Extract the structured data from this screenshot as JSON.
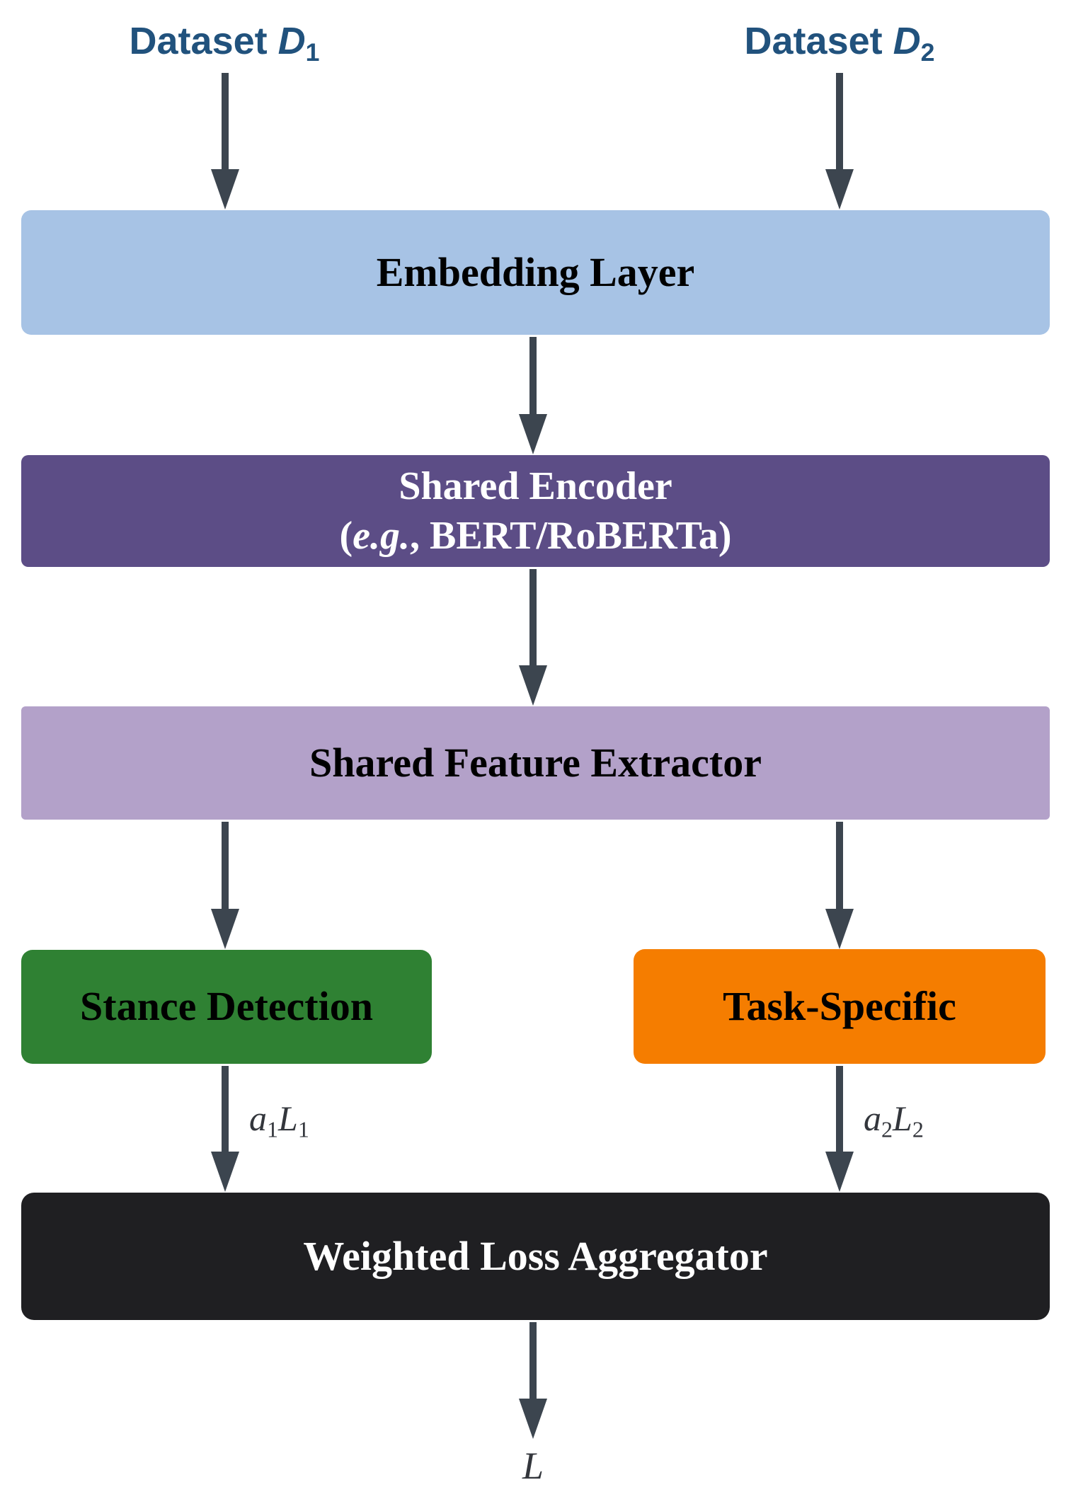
{
  "colors": {
    "dataset_text": "#21527D",
    "arrow": "#3C454F",
    "embedding_bg": "#A7C3E5",
    "encoder_bg": "#5C4D86",
    "extractor_bg": "#B3A1C9",
    "stance_bg": "#2F8133",
    "task_bg": "#F57D00",
    "aggregator_bg": "#1F1F22",
    "box_text_dark": "#000000",
    "box_text_light": "#FFFFFF",
    "math_text": "#33363C"
  },
  "inputs": [
    {
      "prefix": "Dataset ",
      "var": "D",
      "sub": "1"
    },
    {
      "prefix": "Dataset ",
      "var": "D",
      "sub": "2"
    }
  ],
  "boxes": {
    "embedding": {
      "label": "Embedding Layer"
    },
    "encoder": {
      "line1": "Shared Encoder",
      "line2_open": "(",
      "line2_italic": "e.g.",
      "line2_rest": ", BERT/RoBERTa)"
    },
    "extractor": {
      "label": "Shared Feature Extractor"
    },
    "stance": {
      "label": "Stance Detection"
    },
    "task": {
      "label": "Task-Specific"
    },
    "aggregator": {
      "label": "Weighted Loss Aggregator"
    }
  },
  "edge_labels": {
    "left": {
      "coef": "a",
      "coef_sub": "1",
      "loss": "L",
      "loss_sub": "1"
    },
    "right": {
      "coef": "a",
      "coef_sub": "2",
      "loss": "L",
      "loss_sub": "2"
    }
  },
  "output": {
    "label": "L"
  }
}
